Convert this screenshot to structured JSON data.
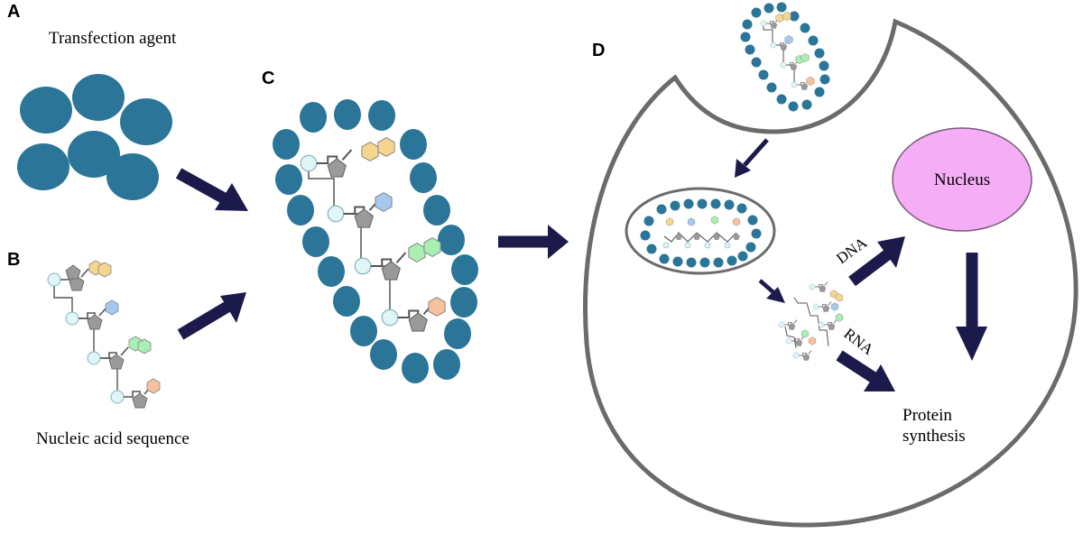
{
  "panels": {
    "a": {
      "letter": "A",
      "caption": "Transfection agent"
    },
    "b": {
      "letter": "B",
      "caption": "Nucleic acid sequence"
    },
    "c": {
      "letter": "C"
    },
    "d": {
      "letter": "D"
    }
  },
  "cell": {
    "nucleus_label": "Nucleus",
    "dna_label": "DNA",
    "rna_label": "RNA",
    "protein_line1": "Protein",
    "protein_line2": "synthesis"
  },
  "colors": {
    "agent_blue": "#2a7598",
    "arrow_navy": "#1c1a4a",
    "cell_outline": "#6b6b6b",
    "nucleus_fill": "#f5aef5",
    "sugar_gray": "#9a9a9a",
    "phosphate_fill": "#dff5f8",
    "base_yellow": "#f6d58c",
    "base_blue": "#a5c8f0",
    "base_green": "#a9eeb2",
    "base_orange": "#f6c19c"
  }
}
